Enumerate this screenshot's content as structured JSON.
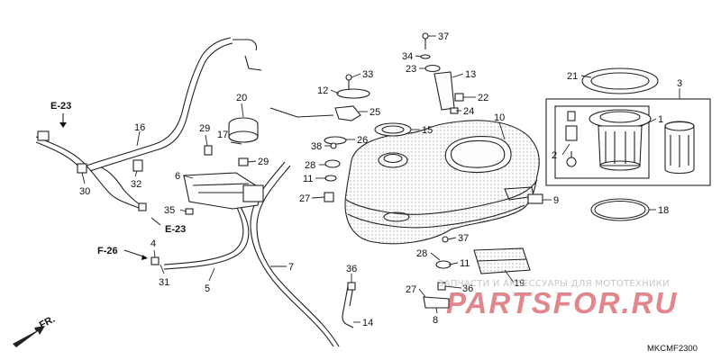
{
  "diagram": {
    "code": "MKCMF2300",
    "direction_label": "FR.",
    "references": [
      {
        "id": "ref-e23-top",
        "text": "E-23"
      },
      {
        "id": "ref-e23-mid",
        "text": "E-23"
      },
      {
        "id": "ref-f26",
        "text": "F-26"
      }
    ],
    "callouts": [
      {
        "id": "c1",
        "n": "1"
      },
      {
        "id": "c2",
        "n": "2"
      },
      {
        "id": "c3",
        "n": "3"
      },
      {
        "id": "c4",
        "n": "4"
      },
      {
        "id": "c5",
        "n": "5"
      },
      {
        "id": "c6",
        "n": "6"
      },
      {
        "id": "c7",
        "n": "7"
      },
      {
        "id": "c8",
        "n": "8"
      },
      {
        "id": "c9",
        "n": "9"
      },
      {
        "id": "c10",
        "n": "10"
      },
      {
        "id": "c11a",
        "n": "11"
      },
      {
        "id": "c11b",
        "n": "11"
      },
      {
        "id": "c12",
        "n": "12"
      },
      {
        "id": "c13",
        "n": "13"
      },
      {
        "id": "c14",
        "n": "14"
      },
      {
        "id": "c15",
        "n": "15"
      },
      {
        "id": "c16",
        "n": "16"
      },
      {
        "id": "c17",
        "n": "17"
      },
      {
        "id": "c18",
        "n": "18"
      },
      {
        "id": "c19",
        "n": "19"
      },
      {
        "id": "c20",
        "n": "20"
      },
      {
        "id": "c21",
        "n": "21"
      },
      {
        "id": "c22",
        "n": "22"
      },
      {
        "id": "c23",
        "n": "23"
      },
      {
        "id": "c24",
        "n": "24"
      },
      {
        "id": "c25",
        "n": "25"
      },
      {
        "id": "c26",
        "n": "26"
      },
      {
        "id": "c27a",
        "n": "27"
      },
      {
        "id": "c27b",
        "n": "27"
      },
      {
        "id": "c28a",
        "n": "28"
      },
      {
        "id": "c28b",
        "n": "28"
      },
      {
        "id": "c29a",
        "n": "29"
      },
      {
        "id": "c29b",
        "n": "29"
      },
      {
        "id": "c30",
        "n": "30"
      },
      {
        "id": "c31",
        "n": "31"
      },
      {
        "id": "c32",
        "n": "32"
      },
      {
        "id": "c33",
        "n": "33"
      },
      {
        "id": "c34",
        "n": "34"
      },
      {
        "id": "c35",
        "n": "35"
      },
      {
        "id": "c36a",
        "n": "36"
      },
      {
        "id": "c36b",
        "n": "36"
      },
      {
        "id": "c37a",
        "n": "37"
      },
      {
        "id": "c37b",
        "n": "37"
      },
      {
        "id": "c38",
        "n": "38"
      }
    ]
  },
  "watermark": {
    "caption": "ЗАПЧАСТИ И АКСЕССУАРЫ ДЛЯ МОТОТЕХНИКИ",
    "logo": "PARTSFOR.RU",
    "color": "#c8232d"
  }
}
